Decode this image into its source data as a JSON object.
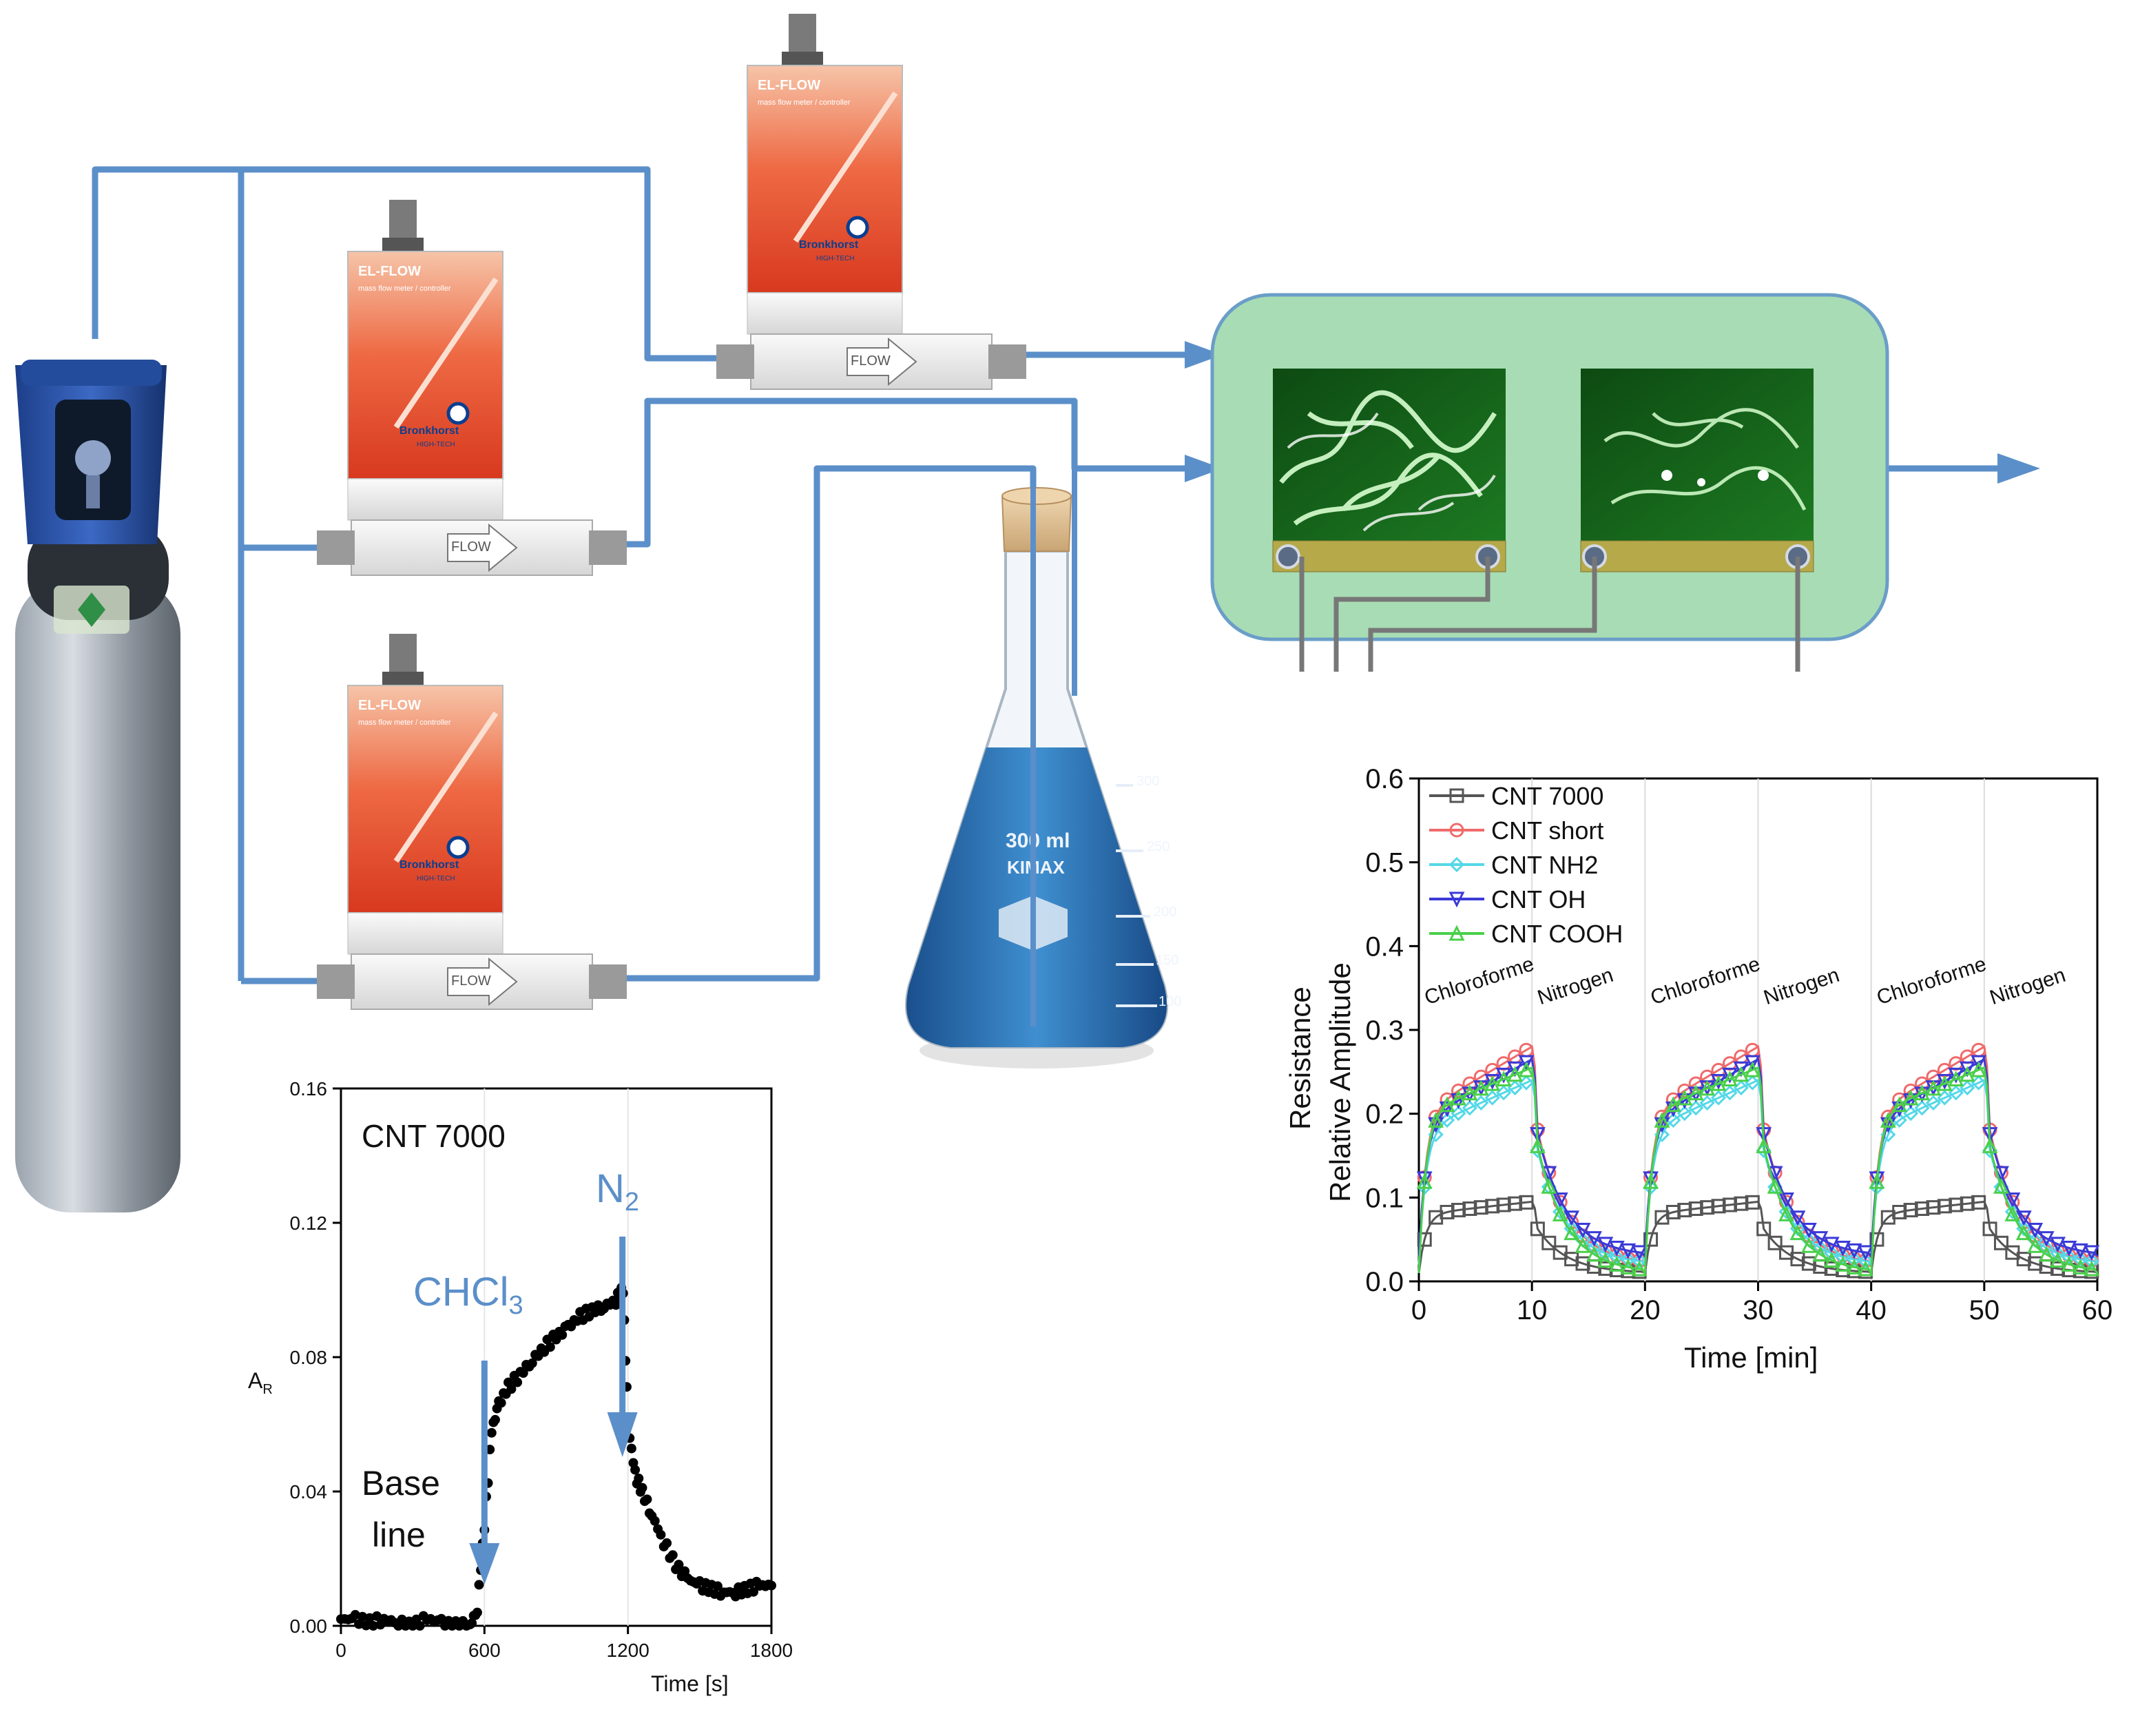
{
  "colors": {
    "pipe": "#5b8fc9",
    "chamber_fill": "#a8dcb4",
    "chamber_stroke": "#6a9ec8",
    "liquid": "#2a6fb0",
    "mfc_body": "#e9472c",
    "annotation_blue": "#5b8fc9",
    "cnt7000": "#555555",
    "cnt_short": "#f06a6a",
    "cnt_nh2": "#55d8e8",
    "cnt_oh": "#3a3ad8",
    "cnt_cooh": "#4ad04a"
  },
  "mfc": {
    "brand_top": "EL-FLOW",
    "tagline": "mass flow meter / controller",
    "brand": "Bronkhorst",
    "brand_sub": "HIGH-TECH",
    "flow_label": "FLOW"
  },
  "flask": {
    "volume": "300 ml",
    "brand": "KIMAX",
    "graduations": [
      "300",
      "250",
      "200",
      "150",
      "100"
    ]
  },
  "chart_data": [
    {
      "type": "scatter",
      "title": "CNT 7000",
      "xlabel": "Time [s]",
      "ylabel": "A",
      "ylabel_sub": "R",
      "xlim": [
        0,
        1800
      ],
      "ylim": [
        0,
        0.16
      ],
      "xticks": [
        "0",
        "600",
        "1200",
        "1800"
      ],
      "yticks": [
        "0.00",
        "0.04",
        "0.08",
        "0.12",
        "0.16"
      ],
      "annotations": {
        "chcl3_main": "CHCl",
        "chcl3_sub": "3",
        "n2_main": "N",
        "n2_sub": "2",
        "base_line_1": "Base",
        "base_line_2": "line"
      },
      "annotation_x": {
        "chcl3": 600,
        "n2": 1200
      },
      "x": [
        0,
        60,
        120,
        180,
        240,
        300,
        360,
        420,
        480,
        540,
        570,
        600,
        630,
        660,
        700,
        750,
        800,
        850,
        900,
        950,
        1000,
        1050,
        1100,
        1150,
        1180,
        1200,
        1230,
        1260,
        1300,
        1350,
        1400,
        1450,
        1500,
        1550,
        1600,
        1650,
        1700,
        1750,
        1800
      ],
      "y": [
        0.002,
        0.002,
        0.001,
        0.002,
        0.001,
        0.0,
        0.002,
        0.001,
        0.0,
        0.0,
        0.005,
        0.03,
        0.058,
        0.066,
        0.071,
        0.075,
        0.079,
        0.083,
        0.086,
        0.089,
        0.092,
        0.094,
        0.095,
        0.097,
        0.1,
        0.06,
        0.045,
        0.04,
        0.033,
        0.025,
        0.018,
        0.014,
        0.012,
        0.011,
        0.01,
        0.01,
        0.011,
        0.012,
        0.012
      ]
    },
    {
      "type": "line",
      "xlabel": "Time [min]",
      "ylabel_line1": "Resistance",
      "ylabel_line2": "Relative Amplitude",
      "xlim": [
        0,
        60
      ],
      "ylim": [
        0,
        0.6
      ],
      "xticks": [
        "0",
        "10",
        "20",
        "30",
        "40",
        "50",
        "60"
      ],
      "yticks": [
        "0.0",
        "0.1",
        "0.2",
        "0.3",
        "0.4",
        "0.5",
        "0.6"
      ],
      "phase_labels": [
        {
          "text": "Chloroforme",
          "x": 5
        },
        {
          "text": "Nitrogen",
          "x": 15
        },
        {
          "text": "Chloroforme",
          "x": 25
        },
        {
          "text": "Nitrogen",
          "x": 35
        },
        {
          "text": "Chloroforme",
          "x": 45
        },
        {
          "text": "Nitrogen",
          "x": 55
        }
      ],
      "legend_position": "top-left",
      "series": [
        {
          "name": "CNT 7000",
          "marker": "square",
          "plateau": 0.095,
          "rise": 0.08,
          "end": 0.01
        },
        {
          "name": "CNT short",
          "marker": "circle",
          "plateau": 0.28,
          "rise": 0.2,
          "end": 0.02
        },
        {
          "name": "CNT NH2",
          "marker": "diamond",
          "plateau": 0.24,
          "rise": 0.18,
          "end": 0.02
        },
        {
          "name": "CNT OH",
          "marker": "triangle-down",
          "plateau": 0.265,
          "rise": 0.19,
          "end": 0.03
        },
        {
          "name": "CNT COOH",
          "marker": "triangle-up",
          "plateau": 0.255,
          "rise": 0.2,
          "end": 0.01
        }
      ]
    }
  ]
}
